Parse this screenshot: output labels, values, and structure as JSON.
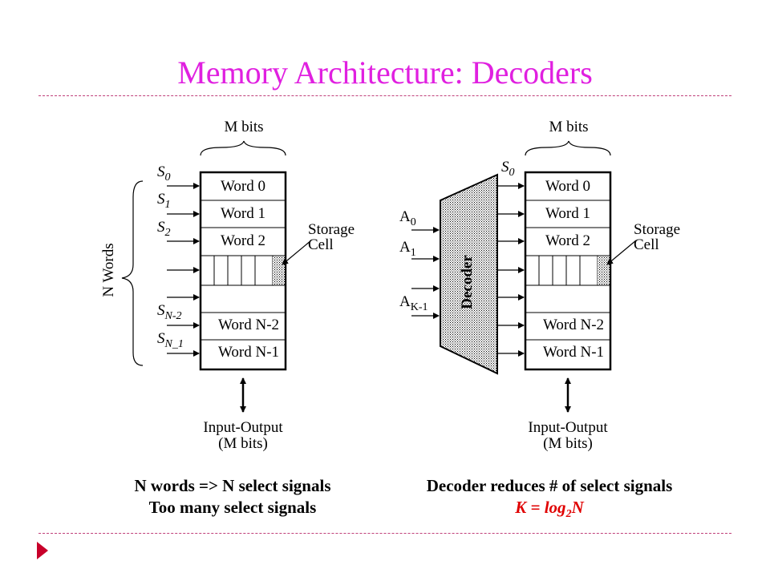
{
  "title": "Memory Architecture: Decoders",
  "left_diagram": {
    "m_bits": "M bits",
    "n_words": "N Words",
    "words": [
      "Word 0",
      "Word 1",
      "Word 2",
      "Word N-2",
      "Word N-1"
    ],
    "select_signals": [
      {
        "base": "S",
        "sub": "0"
      },
      {
        "base": "S",
        "sub": "1"
      },
      {
        "base": "S",
        "sub": "2"
      },
      {
        "base": "S",
        "sub": "N-2"
      },
      {
        "base": "S",
        "sub": "N_1"
      }
    ],
    "storage_cell": [
      "Storage",
      "Cell"
    ],
    "io_label": [
      "Input-Output",
      "(M bits)"
    ]
  },
  "right_diagram": {
    "m_bits": "M bits",
    "decoder": "Decoder",
    "select_signal": {
      "base": "S",
      "sub": "0"
    },
    "address_lines": [
      {
        "base": "A",
        "sub": "0"
      },
      {
        "base": "A",
        "sub": "1"
      },
      {
        "base": "A",
        "sub": "K-1"
      }
    ],
    "words": [
      "Word 0",
      "Word 1",
      "Word 2",
      "Word N-2",
      "Word N-1"
    ],
    "storage_cell": [
      "Storage",
      "Cell"
    ],
    "io_label": [
      "Input-Output",
      "(M bits)"
    ]
  },
  "captions": {
    "left_line1": "N words => N select signals",
    "left_line2": "Too many select signals",
    "right_line1": "Decoder reduces # of select signals",
    "formula": {
      "lhs": "K = log",
      "sub": "2",
      "rhs": "N"
    }
  },
  "colors": {
    "title": "#e020e0",
    "rule": "#c0407a",
    "formula": "#e00000",
    "nav_arrow": "#c8002a"
  }
}
